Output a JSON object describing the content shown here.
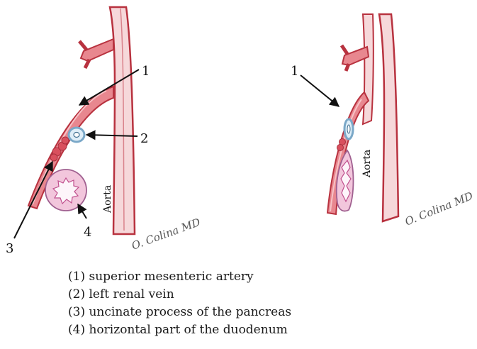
{
  "colors": {
    "artery_fill": "#e8878f",
    "artery_stroke": "#b8323f",
    "aorta_fill": "#f6d8da",
    "vein_ring": "#7aa8c8",
    "pancreas": "#d9505e",
    "duodenum_fill": "#f2c6dc",
    "duodenum_stroke": "#a06090",
    "arrow": "#111111"
  },
  "left_panel": {
    "callouts": [
      "1",
      "2",
      "3",
      "4"
    ],
    "aorta_label": "Aorta",
    "signature": "O. Colina MD"
  },
  "right_panel": {
    "callouts": [
      "1"
    ],
    "aorta_label": "Aorta",
    "signature": "O. Colina MD"
  },
  "legend": [
    "(1) superior mesenteric artery",
    "(2) left renal vein",
    "(3) uncinate process of the pancreas",
    "(4) horizontal part of the duodenum"
  ]
}
